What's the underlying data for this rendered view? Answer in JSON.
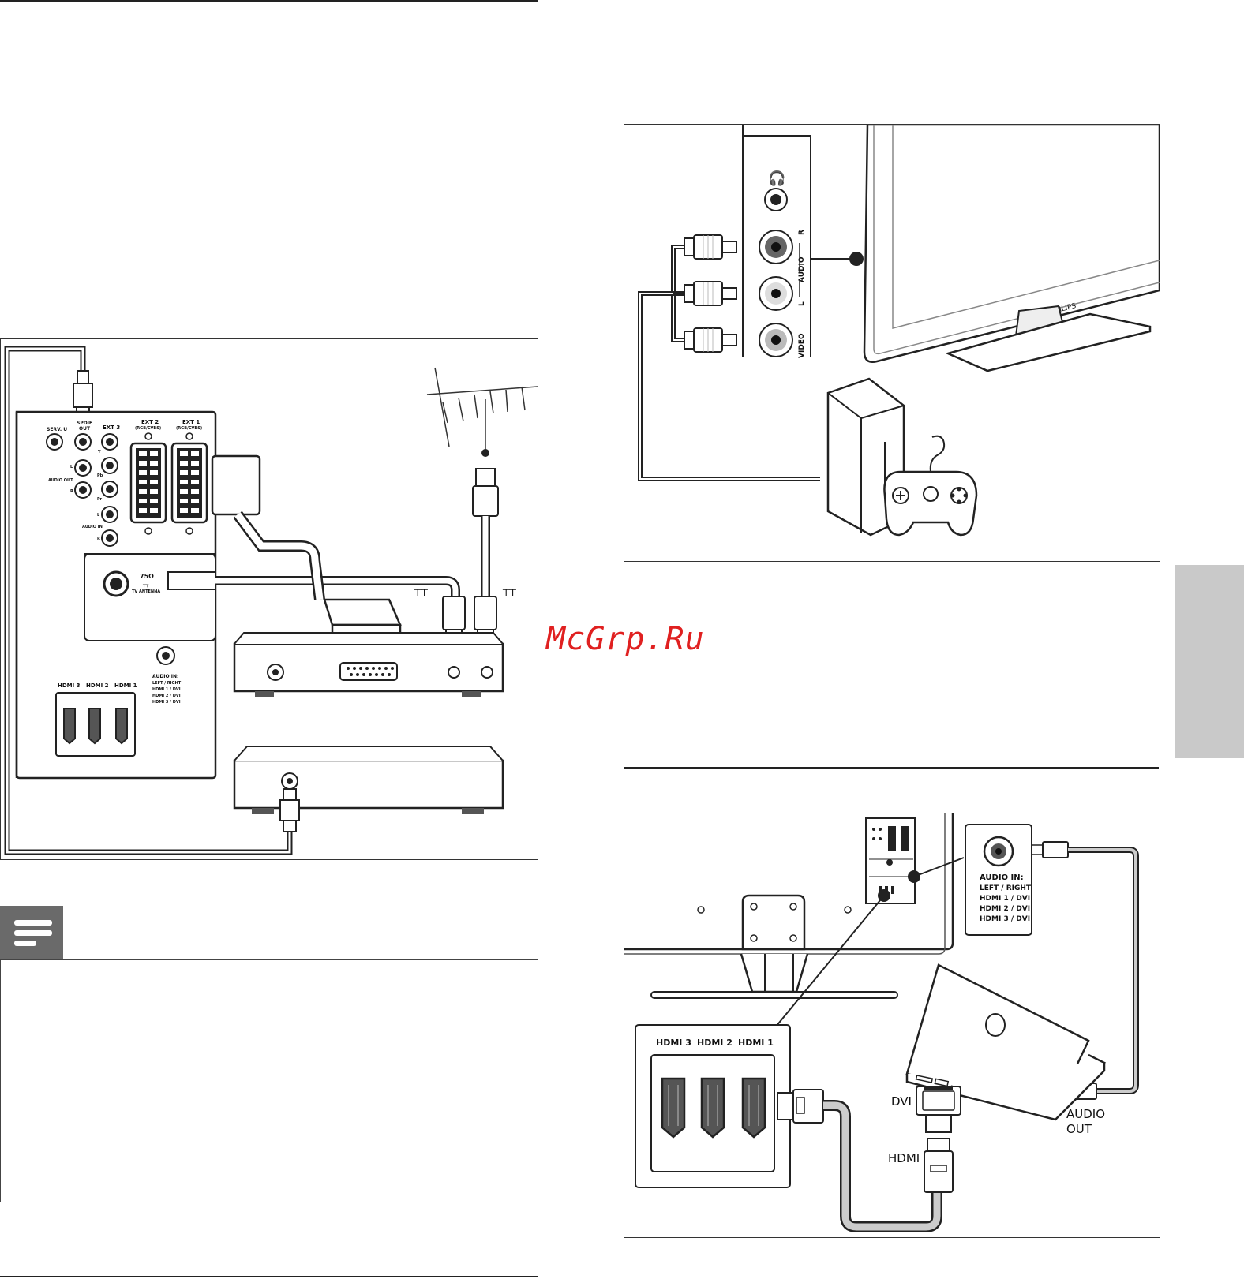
{
  "watermark": "McGrp.Ru",
  "fig_scart": {
    "tv_panel": {
      "serv_u": "SERV. U",
      "spdif": "SPDIF",
      "out": "OUT",
      "ext3": "EXT 3",
      "y": "Y",
      "pb": "Pb",
      "pr": "Pr",
      "l": "L",
      "r": "R",
      "audio_out": "AUDIO OUT",
      "audio_in_small": "AUDIO IN",
      "ext2": "EXT 2",
      "ext1": "EXT 1",
      "rgb_cvbs": "(RGB/CVBS)",
      "ohm": "75Ω",
      "tv_antenna": "TV ANTENNA",
      "hdmi3": "HDMI 3",
      "hdmi2": "HDMI 2",
      "hdmi1": "HDMI 1",
      "audio_in_lines": [
        "AUDIO IN:",
        "LEFT / RIGHT",
        "HDMI 1 / DVI",
        "HDMI 2 / DVI",
        "HDMI 3 / DVI"
      ]
    }
  },
  "fig_game": {
    "audio": "AUDIO",
    "r": "R",
    "l": "L",
    "video": "VIDEO",
    "brand": "PHILIPS"
  },
  "fig_pc": {
    "audio_in_lines": [
      "AUDIO IN:",
      "LEFT / RIGHT",
      "HDMI 1 / DVI",
      "HDMI 2 / DVI",
      "HDMI 3 / DVI"
    ],
    "hdmi3": "HDMI 3",
    "hdmi2": "HDMI 2",
    "hdmi1": "HDMI 1",
    "dvi": "DVI",
    "hdmi": "HDMI",
    "dvi_small": "DVI",
    "audio_out_1": "AUDIO",
    "audio_out_2": "OUT"
  }
}
